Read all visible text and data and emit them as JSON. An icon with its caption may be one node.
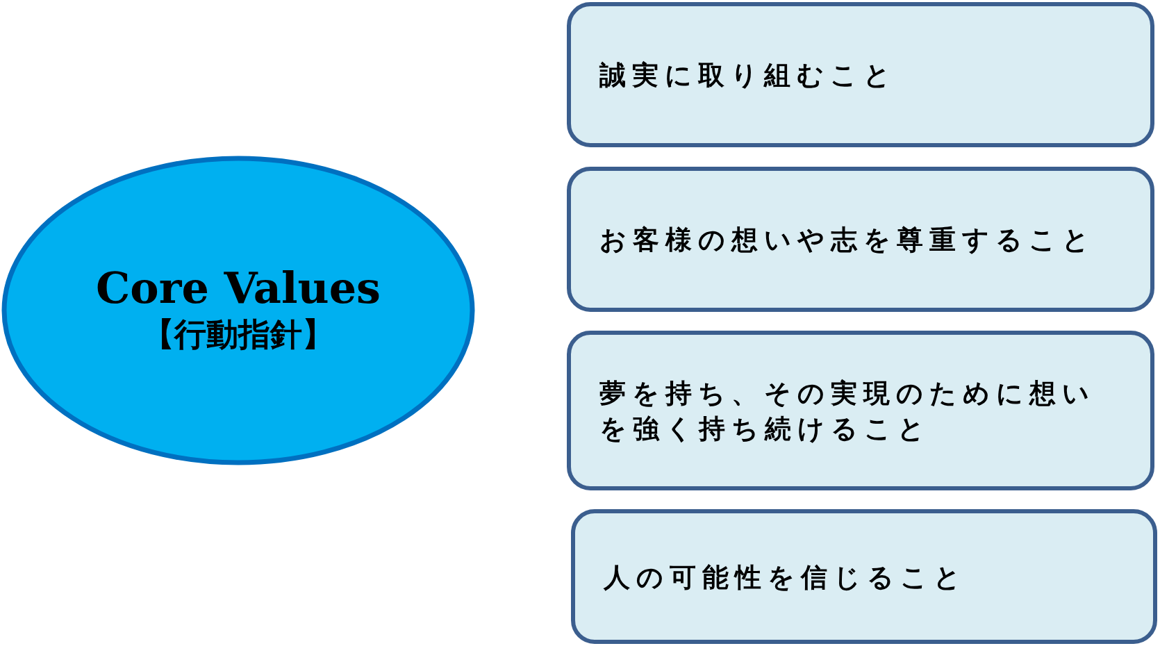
{
  "diagram": {
    "nodes": [
      {
        "text": [
          "Core Values",
          "【行動指針】"
        ]
      },
      {
        "text": [
          "誠実に取り組むこと"
        ]
      },
      {
        "text": [
          "お客様の想いや志を尊重すること"
        ]
      },
      {
        "text": [
          "夢を持ち、その実現のために想いを強く持ち続けること"
        ]
      },
      {
        "text": [
          "人の可能性を信じること"
        ]
      }
    ]
  }
}
